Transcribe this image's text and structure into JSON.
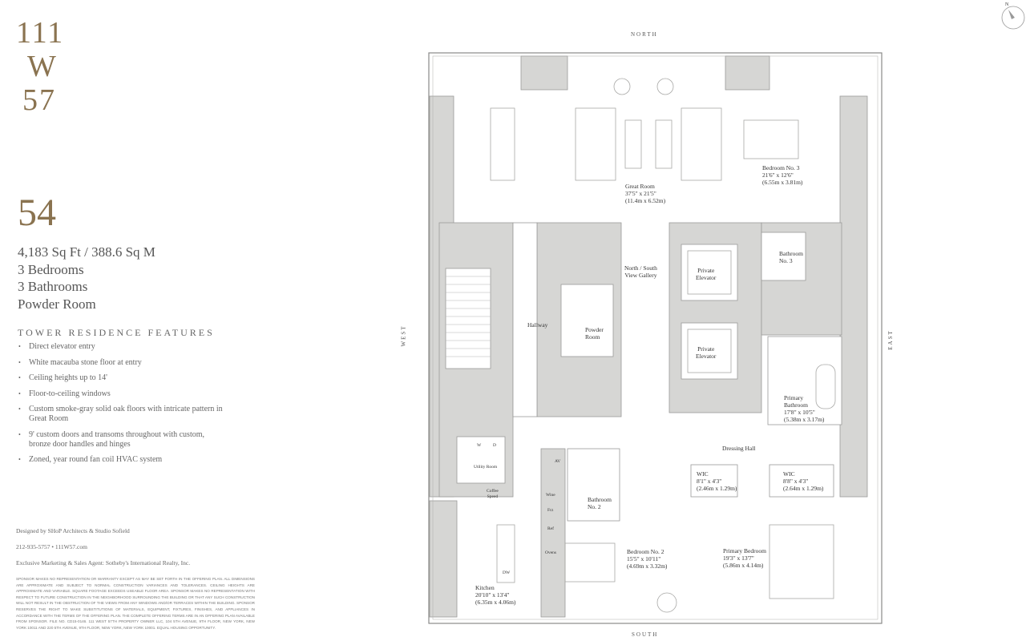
{
  "logo": {
    "line1": "111",
    "line2": "W",
    "line3": "57"
  },
  "unit": {
    "number": "54",
    "area": "4,183 Sq Ft / 388.6 Sq M",
    "bedrooms": "3 Bedrooms",
    "bathrooms": "3 Bathrooms",
    "powder": "Powder Room"
  },
  "features": {
    "title": "TOWER RESIDENCE FEATURES",
    "items": [
      "Direct elevator entry",
      "White macauba stone floor at entry",
      "Ceiling heights up to 14'",
      "Floor-to-ceiling windows",
      "Custom smoke-gray solid oak floors with intricate pattern in Great Room",
      "9' custom doors and transoms throughout with custom, bronze door handles and hinges",
      "Zoned, year round fan coil HVAC system"
    ]
  },
  "credits": {
    "designer": "Designed by SHoP Architects & Studio Sofield",
    "contact": "212-935-5757  •  111W57.com",
    "agent": "Exclusive Marketing & Sales Agent: Sotheby's International Realty, Inc.",
    "disclaimer": "Sponsor makes no representation or warranty except as may be set forth in the offering plan. All dimensions are approximate and subject to normal construction variances and tolerances. Ceiling heights are approximate and variable. Square footage exceeds useable floor area. Sponsor makes no representation with respect to future construction in the neighborhood surrounding the building or that any such construction will not result in the obstruction of the views from any windows and/or terraces within the building. Sponsor reserves the right to make substitutions of materials, equipment, fixtures, finishes, and appliances in accordance with the terms of the offering plan. The complete offering terms are in an offering plan available from sponsor. File No. CD15-0146. 111 West 57th Property Owner LLC, 104 5th Avenue, 9th Floor, New York, New York 10011 and 220 5th Avenue, 9th Floor, New York, New York 10001. Equal housing opportunity."
  },
  "compass": {
    "north": "N",
    "directions": {
      "north": "NORTH",
      "south": "SOUTH",
      "east": "EAST",
      "west": "WEST"
    }
  },
  "rooms": {
    "great_room": {
      "name": "Great Room",
      "dim": "37'5\" x 21'5\"",
      "metric": "(11.4m x 6.52m)"
    },
    "bedroom3": {
      "name": "Bedroom No. 3",
      "dim": "21'6\" x 12'6\"",
      "metric": "(6.55m x 3.81m)"
    },
    "bathroom3": {
      "name": "Bathroom",
      "sub": "No. 3"
    },
    "gallery": {
      "name": "North / South",
      "sub": "View Gallery"
    },
    "elevator1": {
      "name": "Private",
      "sub": "Elevator"
    },
    "elevator2": {
      "name": "Private",
      "sub": "Elevator"
    },
    "hallway": {
      "name": "Hallway"
    },
    "powder": {
      "name": "Powder",
      "sub": "Room"
    },
    "primary_bath": {
      "name": "Primary",
      "sub": "Bathroom",
      "dim": "17'8\" x 10'5\"",
      "metric": "(5.38m x 3.17m)"
    },
    "dressing_hall": {
      "name": "Dressing Hall"
    },
    "wic1": {
      "name": "WIC",
      "dim": "8'1\" x 4'3\"",
      "metric": "(2.46m x 1.29m)"
    },
    "wic2": {
      "name": "WIC",
      "dim": "8'8\" x 4'3\"",
      "metric": "(2.64m x 1.29m)"
    },
    "primary_bed": {
      "name": "Primary Bedroom",
      "dim": "19'3\" x 13'7\"",
      "metric": "(5.86m x 4.14m)"
    },
    "bedroom2": {
      "name": "Bedroom No. 2",
      "dim": "15'5\" x 10'11\"",
      "metric": "(4.69m x 3.32m)"
    },
    "bathroom2": {
      "name": "Bathroom",
      "sub": "No. 2"
    },
    "kitchen": {
      "name": "Kitchen",
      "dim": "20'10\" x 13'4\"",
      "metric": "(6.35m x 4.06m)"
    },
    "utility": {
      "name": "Utility Room"
    },
    "washer": "W",
    "dryer": "D",
    "coffee": {
      "name": "Coffee",
      "sub": "Speed"
    },
    "av": "AV",
    "wine": "Wine",
    "frz": "Frz",
    "ref": "Ref",
    "ovens": "Ovens",
    "dw": "DW"
  },
  "colors": {
    "brand": "#8a7350",
    "wall": "#d6d6d4",
    "line": "#9a9a98"
  }
}
